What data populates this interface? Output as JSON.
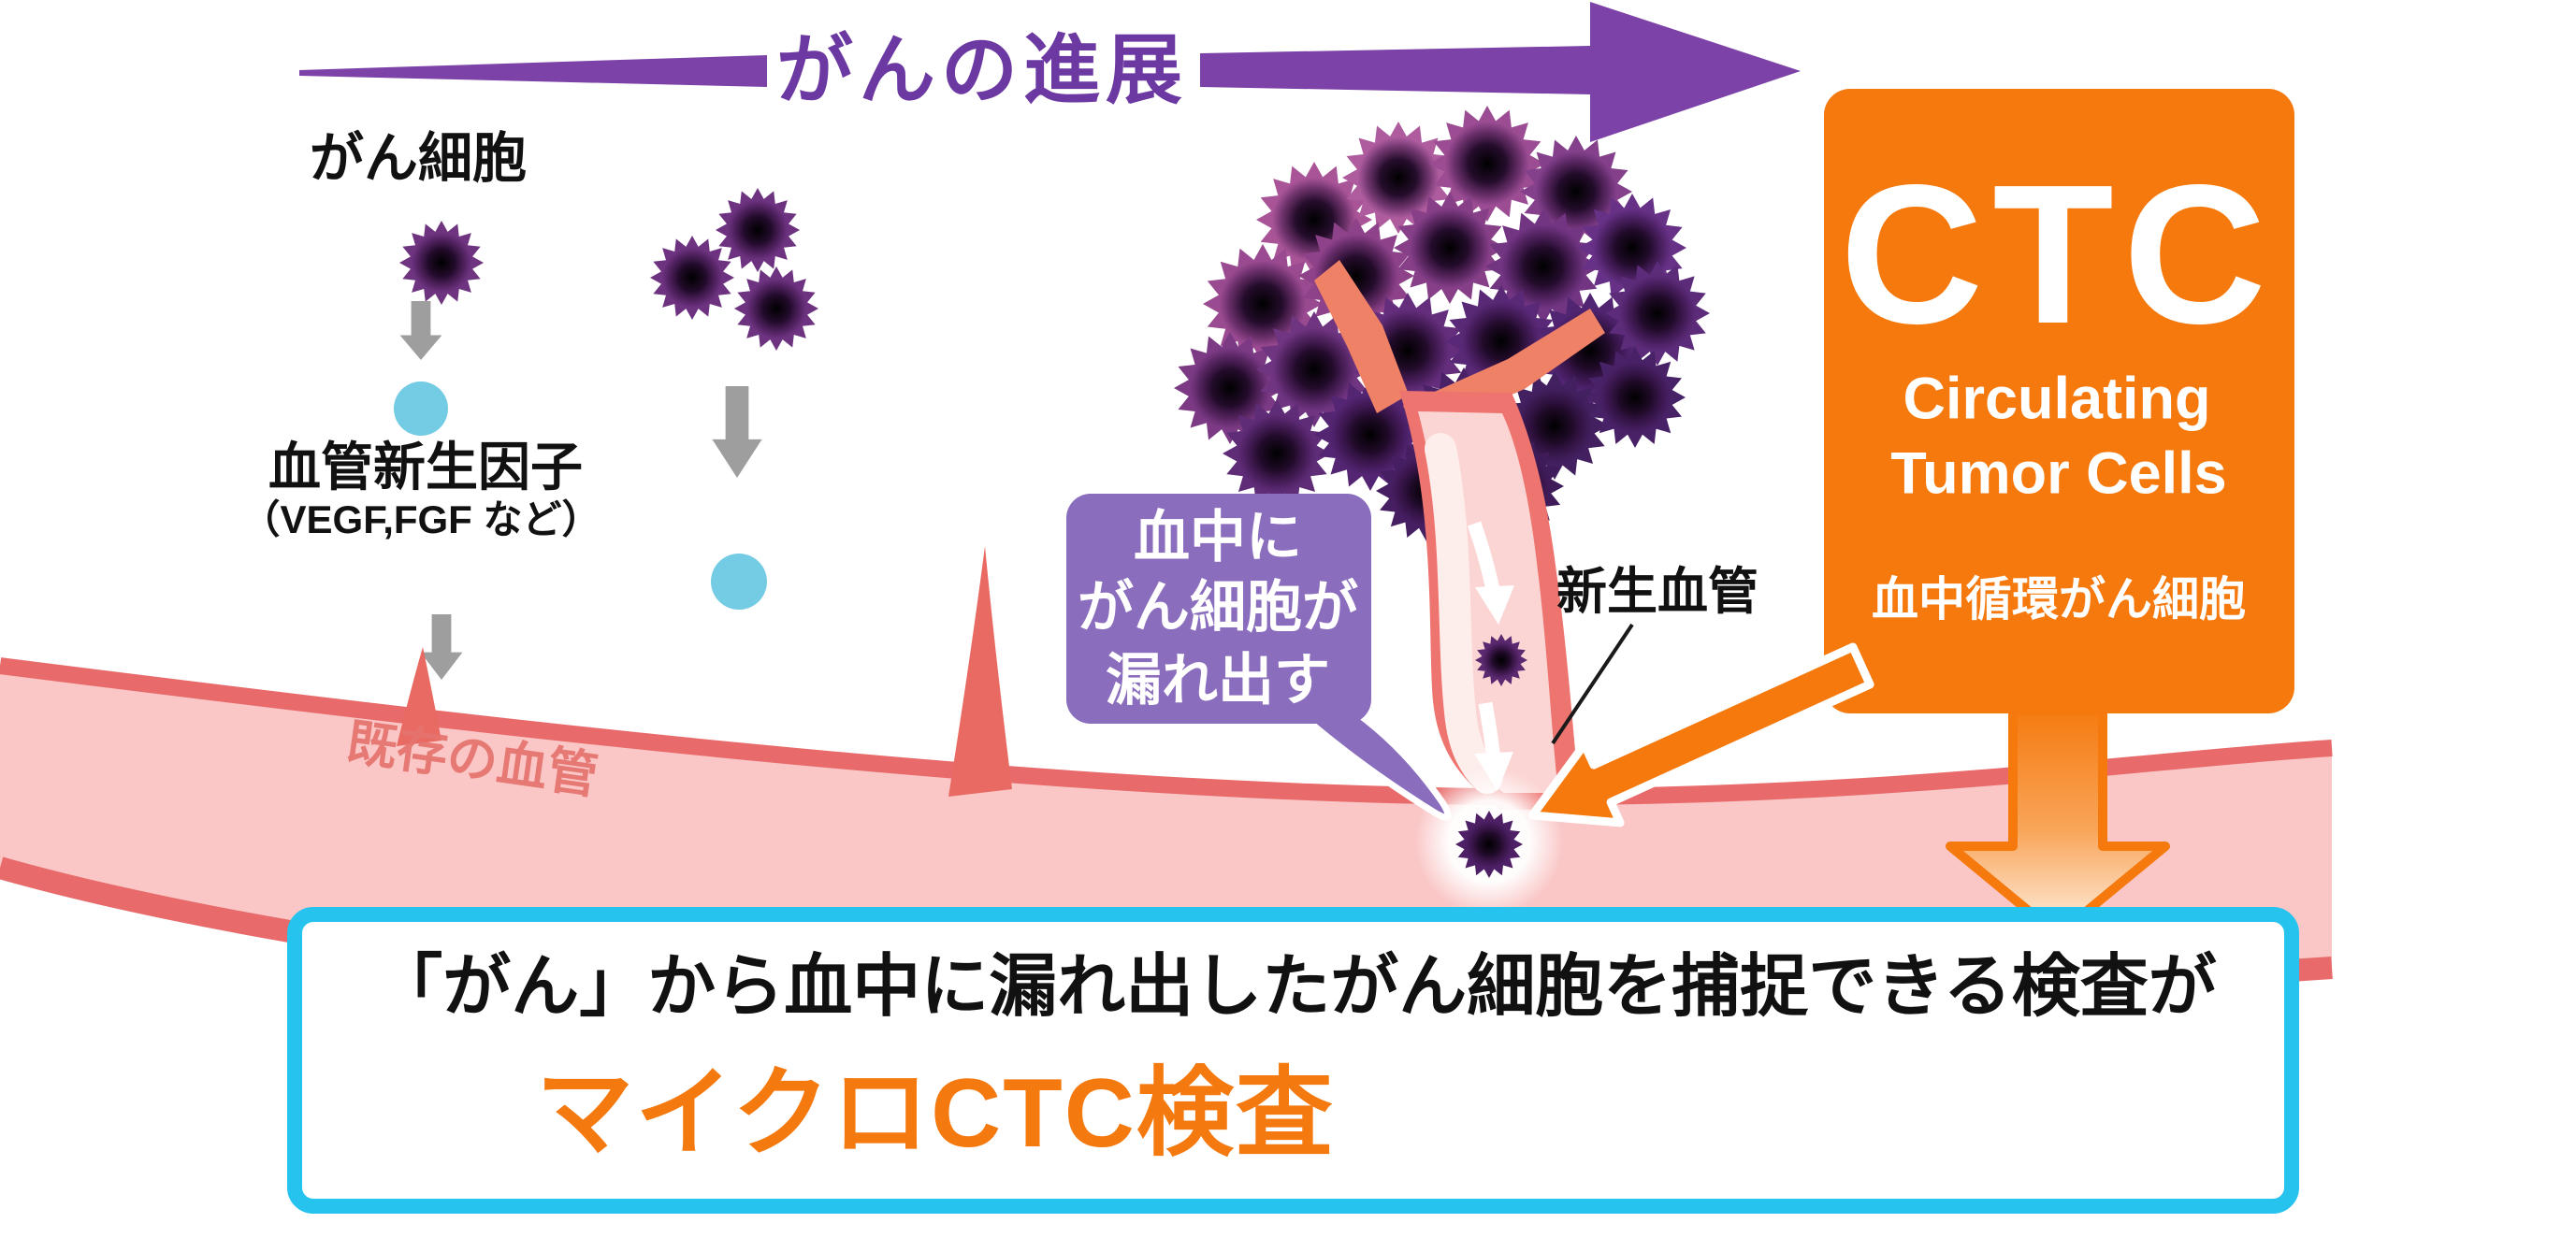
{
  "title_arrow": {
    "label": "がんの進展"
  },
  "labels": {
    "cancer_cell": "がん細胞",
    "angiogenesis_factor": "血管新生因子",
    "angiogenesis_factor_note": "（VEGF,FGF など）",
    "existing_vessel": "既存の血管",
    "new_vessel": "新生血管"
  },
  "leak_bubble": {
    "line1": "血中に",
    "line2": "がん細胞が",
    "line3": "漏れ出す"
  },
  "ctc_box": {
    "acronym": "CTC",
    "en_line1": "Circulating",
    "en_line2": "Tumor Cells",
    "ja_caption": "血中循環がん細胞"
  },
  "bottom_box": {
    "description": "「がん」から血中に漏れ出したがん細胞を捕捉できる検査が",
    "product_name": "マイクロCTC検査"
  },
  "colors": {
    "progression_purple": "#7C42A8",
    "bubble_purple": "#8A6DBD",
    "brand_orange": "#F5790D",
    "cyan_border": "#26C3EF",
    "vessel_fill": "#FAC6C6",
    "vessel_edge": "#E86A6A",
    "new_vessel_salmon": "#EE7470",
    "cell_purple": "#6F3480",
    "factor_dot_blue": "#74CBE4",
    "arrow_gray": "#9E9E9E"
  }
}
